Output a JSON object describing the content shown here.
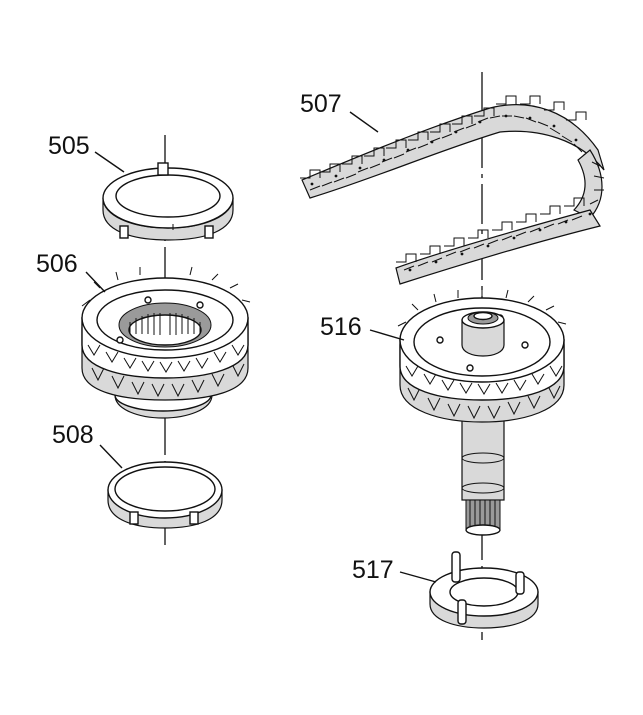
{
  "labels": {
    "p505": "505",
    "p506": "506",
    "p507": "507",
    "p508": "508",
    "p516": "516",
    "p517": "517"
  },
  "colors": {
    "ink": "#111111",
    "shade": "#d9d9d9",
    "dark_shade": "#9a9a9a",
    "background": "#ffffff"
  }
}
